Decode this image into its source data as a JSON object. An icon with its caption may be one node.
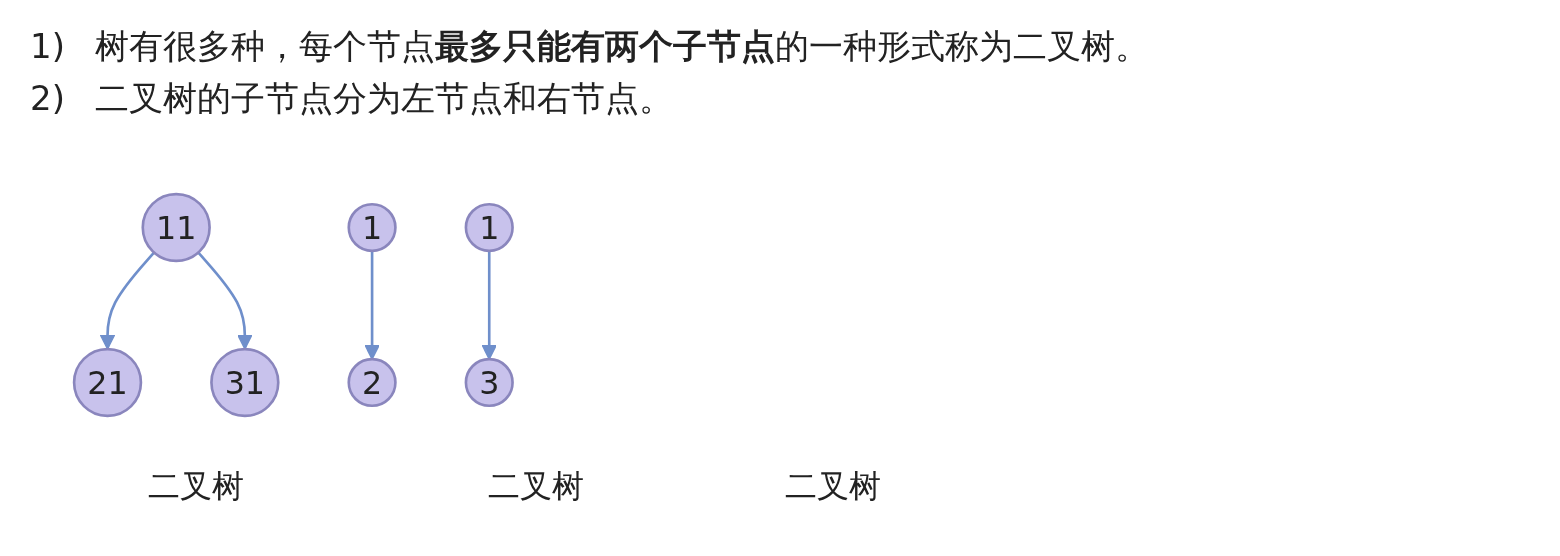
{
  "diagram": {
    "nodes": [
      {
        "text": [
          "11"
        ]
      },
      {
        "text": [
          "21"
        ]
      },
      {
        "text": [
          "31"
        ]
      },
      {
        "text": [
          "1"
        ]
      },
      {
        "text": [
          "2"
        ]
      },
      {
        "text": [
          "1"
        ]
      },
      {
        "text": [
          "3"
        ]
      }
    ],
    "edges": [
      {
        "from": 0,
        "to": 1,
        "arrow": "to"
      },
      {
        "from": 0,
        "to": 2,
        "arrow": "to"
      },
      {
        "from": 3,
        "to": 4,
        "arrow": "to"
      },
      {
        "from": 5,
        "to": 6,
        "arrow": "to"
      }
    ],
    "labels": [
      "1)",
      "树有很多种，每个节点**最多只能有两个子节点**的一种形式称为二叉树。",
      "2)",
      "二叉树的子节点分为左节点和右节点。",
      "二叉树",
      "二叉树",
      "二叉树"
    ]
  }
}
